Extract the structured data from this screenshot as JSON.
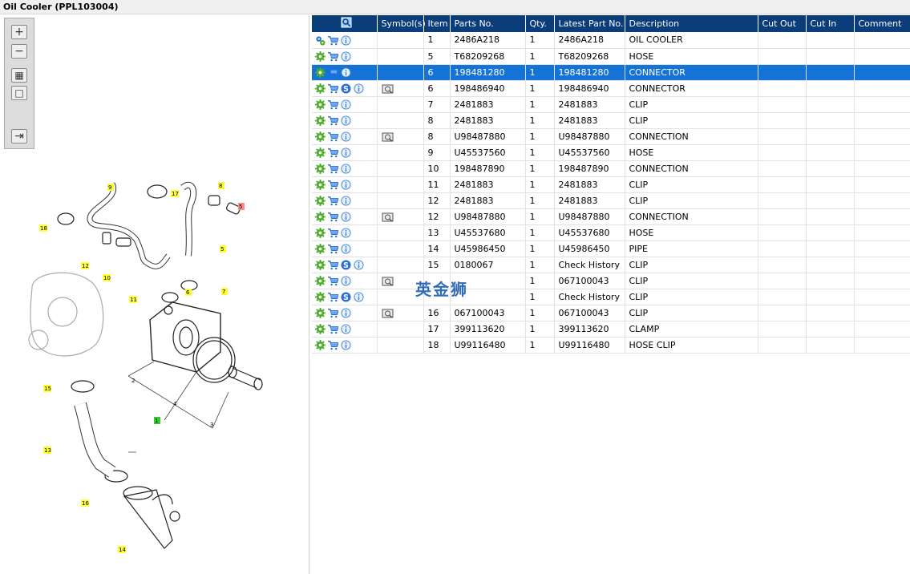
{
  "window": {
    "title": "Oil Cooler (PPL103004)"
  },
  "toolbar": {
    "buttons": [
      {
        "name": "zoom-in-icon",
        "glyph": "+"
      },
      {
        "name": "zoom-out-icon",
        "glyph": "−"
      },
      {
        "name": "fit-all-icon",
        "glyph": "▦"
      },
      {
        "name": "fit-page-icon",
        "glyph": "□"
      },
      {
        "name": "export-icon",
        "glyph": "⇥"
      }
    ]
  },
  "diagram": {
    "callouts": [
      "9",
      "17",
      "8",
      "5",
      "18",
      "12",
      "10",
      "5",
      "11",
      "6",
      "7",
      "2",
      "4",
      "1",
      "3",
      "15",
      "13",
      "16",
      "14"
    ]
  },
  "table": {
    "columns": [
      "",
      "Symbol(s)",
      "Item",
      "Parts No.",
      "Qty.",
      "Latest Part No.",
      "Description",
      "Cut Out",
      "Cut In",
      "Comment"
    ],
    "rows": [
      {
        "icons": "gears",
        "symbols": "",
        "item": "1",
        "part": "2486A218",
        "qty": "1",
        "latest": "2486A218",
        "desc": "OIL COOLER",
        "cutout": "",
        "cutin": "",
        "comment": ""
      },
      {
        "icons": "gear",
        "symbols": "",
        "item": "5",
        "part": "T68209268",
        "qty": "1",
        "latest": "T68209268",
        "desc": "HOSE",
        "cutout": "",
        "cutin": "",
        "comment": ""
      },
      {
        "icons": "gear",
        "symbols": "",
        "item": "6",
        "part": "198481280",
        "qty": "1",
        "latest": "198481280",
        "desc": "CONNECTOR",
        "cutout": "",
        "cutin": "",
        "comment": "",
        "selected": true
      },
      {
        "icons": "gear-s",
        "symbols": "camera",
        "item": "6",
        "part": "198486940",
        "qty": "1",
        "latest": "198486940",
        "desc": "CONNECTOR",
        "cutout": "",
        "cutin": "",
        "comment": ""
      },
      {
        "icons": "gear",
        "symbols": "",
        "item": "7",
        "part": "2481883",
        "qty": "1",
        "latest": "2481883",
        "desc": "CLIP",
        "cutout": "",
        "cutin": "",
        "comment": ""
      },
      {
        "icons": "gear",
        "symbols": "",
        "item": "8",
        "part": "2481883",
        "qty": "1",
        "latest": "2481883",
        "desc": "CLIP",
        "cutout": "",
        "cutin": "",
        "comment": ""
      },
      {
        "icons": "gear",
        "symbols": "camera",
        "item": "8",
        "part": "U98487880",
        "qty": "1",
        "latest": "U98487880",
        "desc": "CONNECTION",
        "cutout": "",
        "cutin": "",
        "comment": ""
      },
      {
        "icons": "gear",
        "symbols": "",
        "item": "9",
        "part": "U45537560",
        "qty": "1",
        "latest": "U45537560",
        "desc": "HOSE",
        "cutout": "",
        "cutin": "",
        "comment": ""
      },
      {
        "icons": "gear",
        "symbols": "",
        "item": "10",
        "part": "198487890",
        "qty": "1",
        "latest": "198487890",
        "desc": "CONNECTION",
        "cutout": "",
        "cutin": "",
        "comment": ""
      },
      {
        "icons": "gear",
        "symbols": "",
        "item": "11",
        "part": "2481883",
        "qty": "1",
        "latest": "2481883",
        "desc": "CLIP",
        "cutout": "",
        "cutin": "",
        "comment": ""
      },
      {
        "icons": "gear",
        "symbols": "",
        "item": "12",
        "part": "2481883",
        "qty": "1",
        "latest": "2481883",
        "desc": "CLIP",
        "cutout": "",
        "cutin": "",
        "comment": ""
      },
      {
        "icons": "gear",
        "symbols": "camera",
        "item": "12",
        "part": "U98487880",
        "qty": "1",
        "latest": "U98487880",
        "desc": "CONNECTION",
        "cutout": "",
        "cutin": "",
        "comment": ""
      },
      {
        "icons": "gear",
        "symbols": "",
        "item": "13",
        "part": "U45537680",
        "qty": "1",
        "latest": "U45537680",
        "desc": "HOSE",
        "cutout": "",
        "cutin": "",
        "comment": ""
      },
      {
        "icons": "gear",
        "symbols": "",
        "item": "14",
        "part": "U45986450",
        "qty": "1",
        "latest": "U45986450",
        "desc": "PIPE",
        "cutout": "",
        "cutin": "",
        "comment": ""
      },
      {
        "icons": "gear-s",
        "symbols": "",
        "item": "15",
        "part": "0180067",
        "qty": "1",
        "latest": "Check History",
        "desc": "CLIP",
        "cutout": "",
        "cutin": "",
        "comment": ""
      },
      {
        "icons": "gear",
        "symbols": "camera",
        "item": "",
        "part": "",
        "qty": "1",
        "latest": "067100043",
        "desc": "CLIP",
        "cutout": "",
        "cutin": "",
        "comment": ""
      },
      {
        "icons": "gear-s",
        "symbols": "",
        "item": "",
        "part": "",
        "qty": "1",
        "latest": "Check History",
        "desc": "CLIP",
        "cutout": "",
        "cutin": "",
        "comment": ""
      },
      {
        "icons": "gear",
        "symbols": "camera",
        "item": "16",
        "part": "067100043",
        "qty": "1",
        "latest": "067100043",
        "desc": "CLIP",
        "cutout": "",
        "cutin": "",
        "comment": ""
      },
      {
        "icons": "gear",
        "symbols": "",
        "item": "17",
        "part": "399113620",
        "qty": "1",
        "latest": "399113620",
        "desc": "CLAMP",
        "cutout": "",
        "cutin": "",
        "comment": ""
      },
      {
        "icons": "gear",
        "symbols": "",
        "item": "18",
        "part": "U99116480",
        "qty": "1",
        "latest": "U99116480",
        "desc": "HOSE CLIP",
        "cutout": "",
        "cutin": "",
        "comment": ""
      }
    ]
  },
  "watermark": "英金狮",
  "colors": {
    "header": "#0a3d7a",
    "selected": "#1673d6",
    "gear": "#4caf2a",
    "cart": "#2a6fd6",
    "info": "#3b86d8"
  }
}
